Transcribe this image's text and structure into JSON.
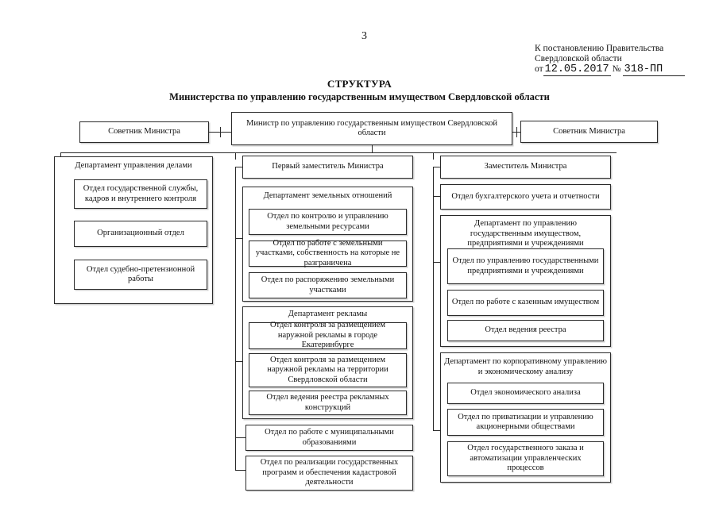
{
  "document": {
    "page_number": "3",
    "approval": {
      "line1": "К постановлению Правительства",
      "line2": "Свердловской области",
      "date_label": "от",
      "date_value": "12.05.2017",
      "number_label": "№",
      "number_value": "318-ПП"
    },
    "title": "СТРУКТУРА",
    "subtitle": "Министерства по управлению государственным имуществом Свердловской области"
  },
  "chart_data": {
    "type": "diagram",
    "orgchart": {
      "root": "Министр по управлению государственным имуществом Свердловской области",
      "advisors": [
        "Советник Министра",
        "Советник Министра"
      ],
      "columns": [
        {
          "head": "Департамент управления делами",
          "children": [
            "Отдел государственной службы, кадров и внутреннего контроля",
            "Организационный отдел",
            "Отдел судебно-претензионной работы"
          ]
        },
        {
          "head": "Первый заместитель Министра",
          "children": [
            "Департамент земельных отношений",
            "Департамент рекламы",
            "Отдел по работе с муниципальными образованиями",
            "Отдел по реализации государственных программ и обеспечения кадастровой деятельности"
          ]
        },
        {
          "head": "Заместитель Министра",
          "children": [
            "Отдел бухгалтерского учета и отчетности",
            "Департамент по управлению государственным имуществом, предприятиями и учреждениями",
            "Департамент по корпоративному управлению и экономическому анализу"
          ]
        }
      ]
    }
  },
  "nodes": {
    "advisor_left": "Советник Министра",
    "advisor_right": "Советник Министра",
    "minister": "Министр по управлению государственным имуществом Свердловской области",
    "dept_affairs": "Департамент управления делами",
    "affairs_1": "Отдел государственной службы, кадров и внутреннего контроля",
    "affairs_2": "Организационный отдел",
    "affairs_3": "Отдел судебно-претензионной работы",
    "first_deputy": "Первый заместитель Министра",
    "dept_land": "Департамент земельных отношений",
    "land_1": "Отдел по контролю и управлению земельными ресурсами",
    "land_2": "Отдел по работе с земельными участками, собственность на которые не разграничена",
    "land_3": "Отдел по распоряжению земельными участками",
    "dept_ads": "Департамент рекламы",
    "ads_1": "Отдел контроля за размещением наружной рекламы в городе Екатеринбурге",
    "ads_2": "Отдел контроля за размещением наружной рекламы на территории Свердловской области",
    "ads_3": "Отдел ведения реестра рекламных конструкций",
    "municipal": "Отдел по работе с муниципальными образованиями",
    "programs": "Отдел по реализации государственных программ и обеспечения кадастровой деятельности",
    "deputy": "Заместитель Министра",
    "accounting": "Отдел бухгалтерского учета и отчетности",
    "dept_property": "Департамент по управлению государственным имуществом, предприятиями и учреждениями",
    "property_1": "Отдел по управлению государственными предприятиями и учреждениями",
    "property_2": "Отдел по работе с казенным имуществом",
    "property_3": "Отдел ведения реестра",
    "dept_corporate": "Департамент по корпоративному управлению и экономическому анализу",
    "corp_1": "Отдел экономического анализа",
    "corp_2": "Отдел по приватизации и управлению акционерными обществами",
    "corp_3": "Отдел государственного заказа и автоматизации управленческих процессов"
  }
}
